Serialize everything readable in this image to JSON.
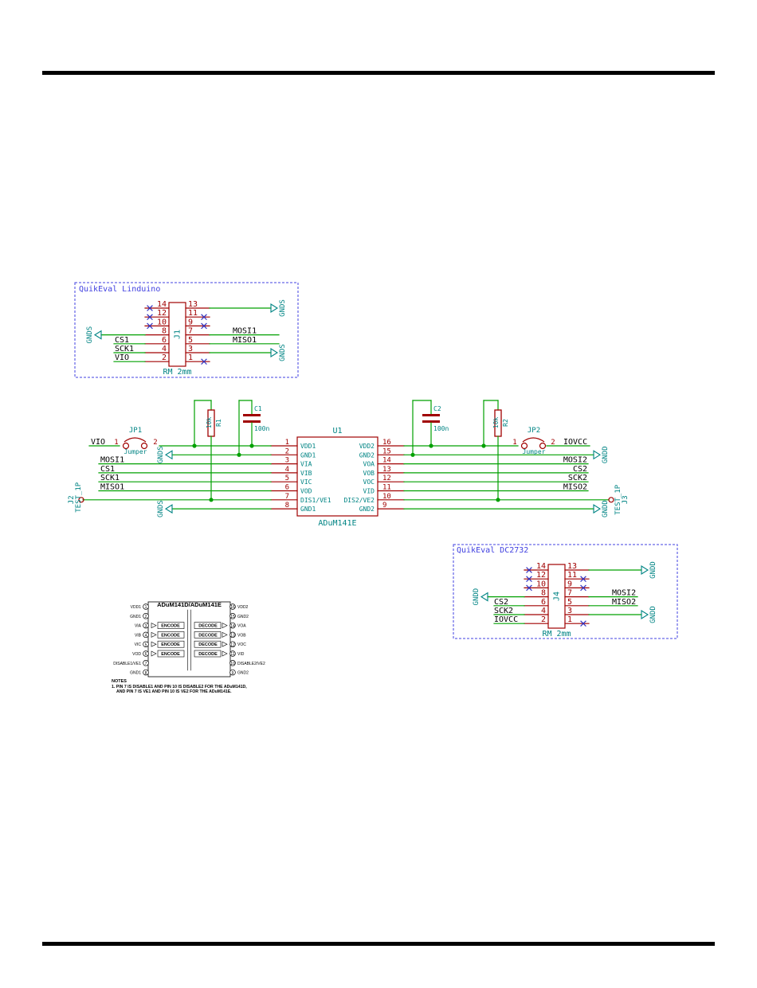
{
  "colors": {
    "wire": "#00a000",
    "pin": "#a00000",
    "pinnum": "#a00000",
    "body": "#a00000",
    "ref": "#008484",
    "net": "#000000",
    "box": "#4040e0",
    "rule": "#000000",
    "junction": "#00a000",
    "nc": "#3030c0",
    "power": "#008484"
  },
  "top_connector": {
    "box_title": "QuikEval Linduino",
    "ref": "J1",
    "footprint": "RM 2mm",
    "pins_left": [
      "14",
      "12",
      "10",
      "8",
      "6",
      "4",
      "2"
    ],
    "pins_right": [
      "13",
      "11",
      "9",
      "7",
      "5",
      "3",
      "1"
    ],
    "left_nets": [
      "CS1",
      "SCK1",
      "VIO"
    ],
    "right_nets": [
      "MOSI1",
      "MISO1"
    ],
    "power": [
      "GNDS",
      "GNDS",
      "GNDS"
    ]
  },
  "isolator": {
    "ref": "U1",
    "value": "ADuM141E",
    "left_pin_numbers": [
      "1",
      "2",
      "3",
      "4",
      "5",
      "6",
      "7",
      "8"
    ],
    "left_pin_names": [
      "VDD1",
      "GND1",
      "VIA",
      "VIB",
      "VIC",
      "VOD",
      "DIS1/VE1",
      "GND1"
    ],
    "right_pin_numbers": [
      "16",
      "15",
      "14",
      "13",
      "12",
      "11",
      "10",
      "9"
    ],
    "right_pin_names": [
      "VDD2",
      "GND2",
      "VOA",
      "VOB",
      "VOC",
      "VID",
      "DIS2/VE2",
      "GND2"
    ],
    "left_nets": [
      "VIO",
      "MOSI1",
      "CS1",
      "SCK1",
      "MISO1"
    ],
    "right_nets": [
      "IOVCC",
      "MOSI2",
      "CS2",
      "SCK2",
      "MISO2"
    ],
    "gnds_labels": [
      "GNDS",
      "GNDS"
    ],
    "gndd_labels": [
      "GNDD",
      "GNDD"
    ]
  },
  "passives": {
    "c1_ref": "C1",
    "c1_val": "100n",
    "c2_ref": "C2",
    "c2_val": "100n",
    "r1_ref": "R1",
    "r1_val": "10k",
    "r2_ref": "R2",
    "r2_val": "10k",
    "jp1_ref": "JP1",
    "jp1_val": "Jumper",
    "jp1_p1": "1",
    "jp1_p2": "2",
    "jp2_ref": "JP2",
    "jp2_val": "Jumper",
    "jp2_p1": "1",
    "jp2_p2": "2",
    "j2_ref": "J2",
    "j2_val": "TEST_1P",
    "j3_ref": "J3",
    "j3_val": "TEST_1P"
  },
  "bottom_connector": {
    "box_title": "QuikEval DC2732",
    "ref": "J4",
    "footprint": "RM 2mm",
    "pins_left": [
      "14",
      "12",
      "10",
      "8",
      "6",
      "4",
      "2"
    ],
    "pins_right": [
      "13",
      "11",
      "9",
      "7",
      "5",
      "3",
      "1"
    ],
    "left_nets": [
      "CS2",
      "SCK2",
      "IOVCC"
    ],
    "right_nets": [
      "MOSI2",
      "MISO2"
    ],
    "power": [
      "GNDD",
      "GNDD",
      "GNDD"
    ]
  },
  "datasheet": {
    "title": "ADuM141D/ADuM141E",
    "left_pins": [
      "VDD1",
      "GND1",
      "VIA",
      "VIB",
      "VIC",
      "VOD",
      "DISABLE1/VE1",
      "GND1"
    ],
    "right_pins": [
      "VDD2",
      "GND2",
      "VOA",
      "VOB",
      "VOC",
      "VID",
      "DISABLE2/VE2",
      "GND2"
    ],
    "left_nums": [
      "1",
      "2",
      "3",
      "4",
      "5",
      "6",
      "7",
      "8"
    ],
    "right_nums": [
      "16",
      "15",
      "14",
      "13",
      "12",
      "11",
      "10",
      "9"
    ],
    "blocks": [
      "ENCODE",
      "ENCODE",
      "ENCODE",
      "DECODE",
      "DECODE",
      "DECODE",
      "DECODE",
      "ENCODE"
    ],
    "notes_title": "NOTES",
    "note_1": "1. PIN 7 IS DISABLE1 AND PIN 10 IS DISABLE2 FOR THE ADuM141D,",
    "note_2": "AND PIN 7 IS VE1 AND PIN 10 IS VE2 FOR THE ADuM141E."
  }
}
